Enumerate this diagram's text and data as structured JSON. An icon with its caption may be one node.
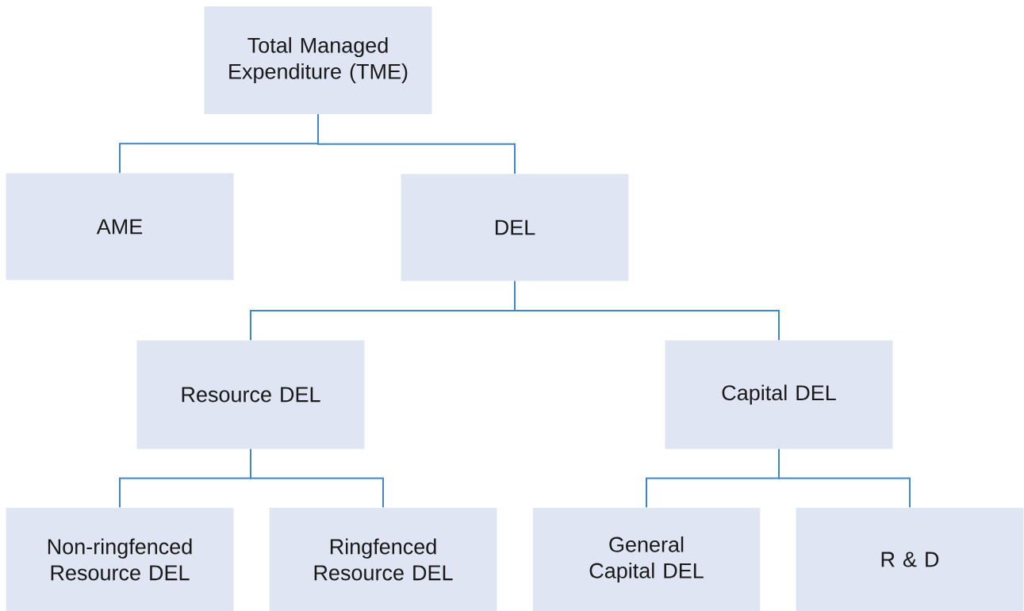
{
  "diagram": {
    "nodes": [
      {
        "text": [
          "Total Managed Expenditure (TME)"
        ]
      },
      {
        "text": [
          "AME"
        ]
      },
      {
        "text": [
          "DEL"
        ]
      },
      {
        "text": [
          "Resource DEL"
        ]
      },
      {
        "text": [
          "Capital DEL"
        ]
      },
      {
        "text": [
          "Non-ringfenced Resource DEL"
        ]
      },
      {
        "text": [
          "Ringfenced Resource DEL"
        ]
      },
      {
        "text": [
          "General Capital DEL"
        ]
      },
      {
        "text": [
          "R & D"
        ]
      }
    ],
    "edges": [
      {
        "from": 0,
        "to": 1,
        "arrow": "none"
      },
      {
        "from": 0,
        "to": 2,
        "arrow": "none"
      },
      {
        "from": 2,
        "to": 3,
        "arrow": "none"
      },
      {
        "from": 2,
        "to": 4,
        "arrow": "none"
      },
      {
        "from": 3,
        "to": 5,
        "arrow": "none"
      },
      {
        "from": 3,
        "to": 6,
        "arrow": "none"
      },
      {
        "from": 4,
        "to": 7,
        "arrow": "none"
      },
      {
        "from": 4,
        "to": 8,
        "arrow": "none"
      }
    ]
  }
}
